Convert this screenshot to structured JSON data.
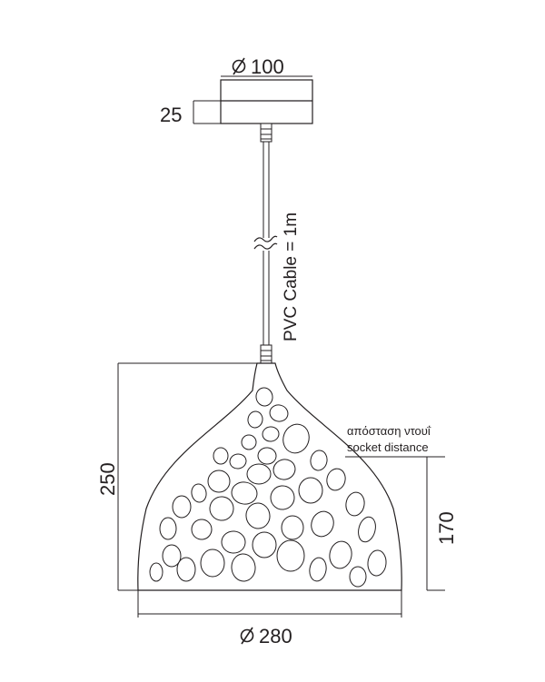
{
  "dimensions": {
    "canopy_diameter": "100",
    "canopy_height": "25",
    "cable_label": "PVC Cable = 1m",
    "shade_height": "250",
    "shade_diameter": "280",
    "socket_distance_value": "170"
  },
  "notes": {
    "socket_distance_el": "απόσταση ντουΐ",
    "socket_distance_en": "socket distance"
  },
  "symbols": {
    "diameter_symbol": "diameter-icon",
    "break_symbol": "cable-break-icon"
  },
  "colors": {
    "line": "#231f20",
    "background": "#ffffff"
  }
}
